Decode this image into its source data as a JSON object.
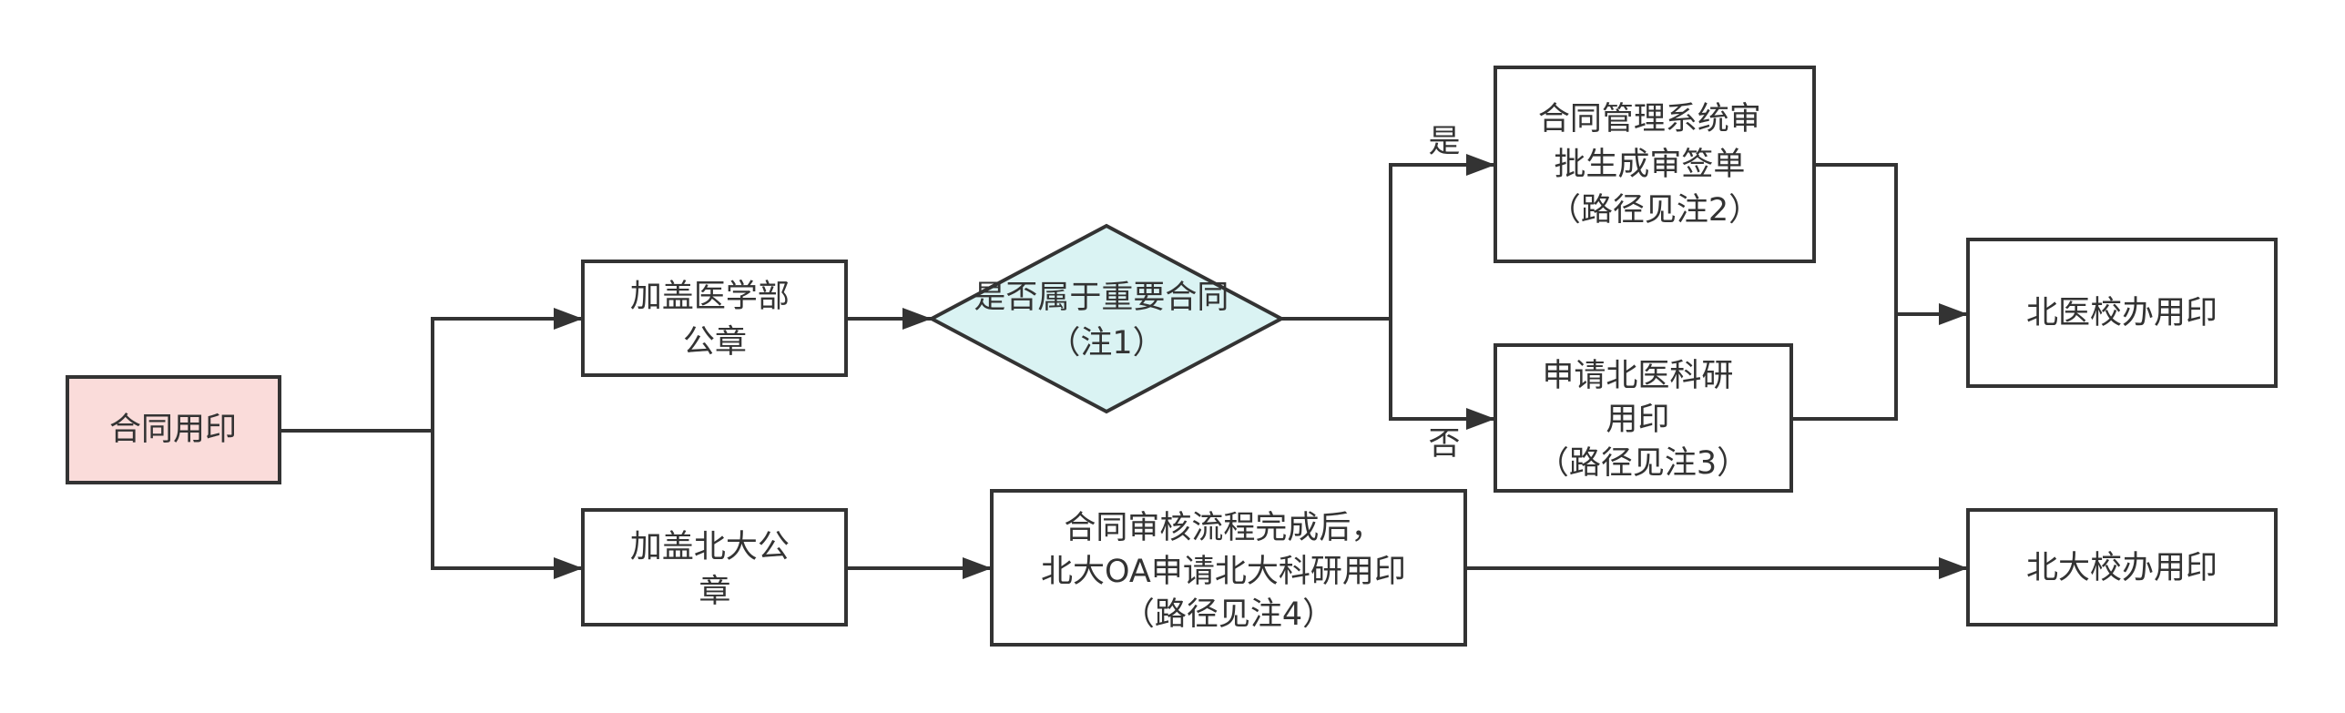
{
  "nodes": {
    "contract_seal": {
      "lines": [
        "合同用印"
      ]
    },
    "med_dept_seal": {
      "lines": [
        "加盖医学部",
        "公章"
      ]
    },
    "important_contract_decision": {
      "lines": [
        "是否属于重要合同",
        "（注1）"
      ]
    },
    "contract_system_approval": {
      "lines": [
        "合同管理系统审",
        "批生成审签单",
        "（路径见注2）"
      ]
    },
    "apply_med_research_seal": {
      "lines": [
        "申请北医科研",
        "用印",
        "（路径见注3）"
      ]
    },
    "med_office_seal": {
      "lines": [
        "北医校办用印"
      ]
    },
    "pku_seal": {
      "lines": [
        "加盖北大公",
        "章"
      ]
    },
    "pku_oa_research_seal": {
      "lines": [
        "合同审核流程完成后，",
        "北大OA申请北大科研用印",
        "（路径见注4）"
      ]
    },
    "pku_office_seal": {
      "lines": [
        "北大校办用印"
      ]
    }
  },
  "edge_labels": {
    "yes": "是",
    "no": "否"
  },
  "colors": {
    "stroke": "#333333",
    "text": "#333333",
    "start_fill": "#FADCDA",
    "decision_fill": "#DAF3F3",
    "node_fill": "#FFFFFF",
    "background": "#FFFFFF"
  }
}
